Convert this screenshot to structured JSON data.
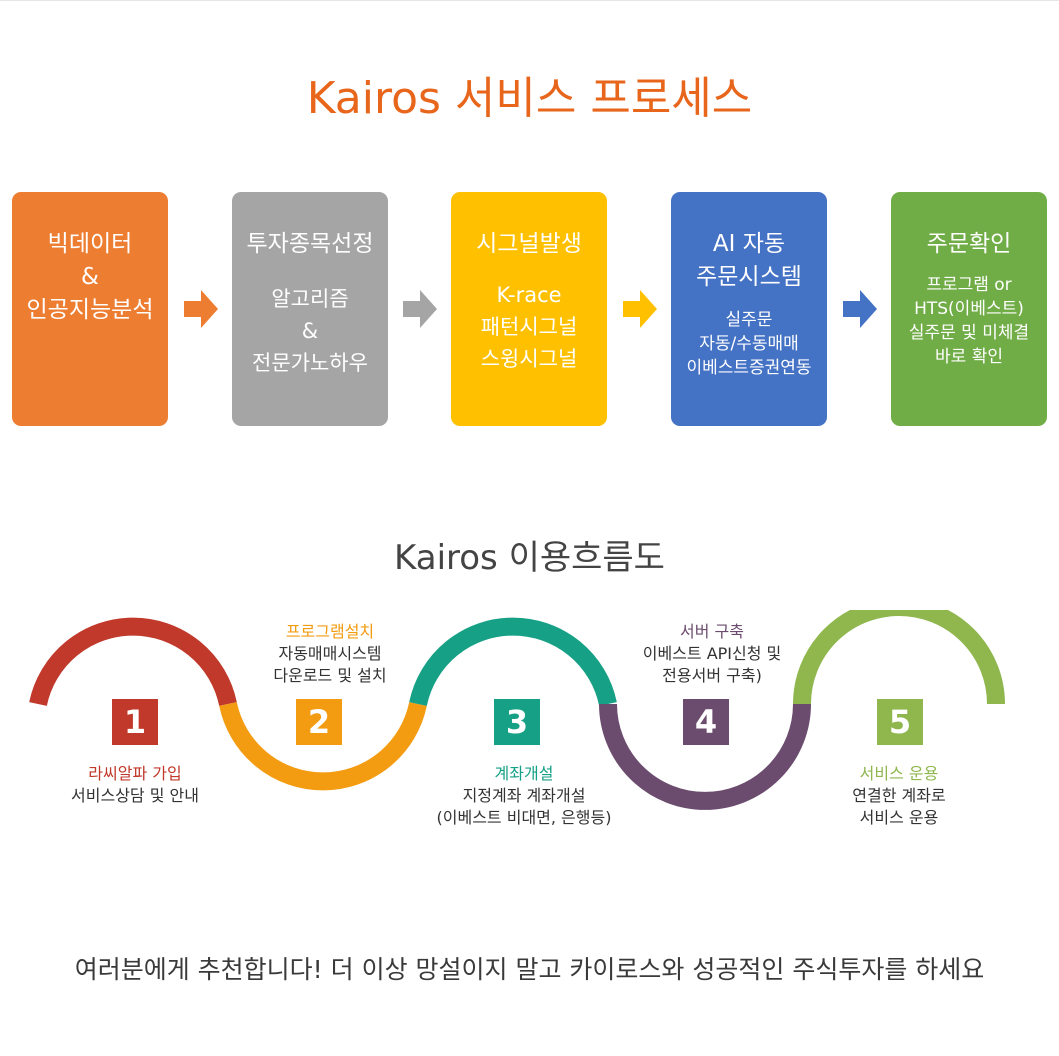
{
  "title": "Kairos 서비스 프로세스",
  "process": [
    {
      "title": "빅데이터\n&\n인공지능분석",
      "sub": "",
      "color": "#ed7d31"
    },
    {
      "title": "투자종목선정",
      "sub": "알고리즘\n&\n전문가노하우",
      "color": "#a5a5a5"
    },
    {
      "title": "시그널발생",
      "sub": "K-race\n패턴시그널\n스윙시그널",
      "color": "#ffc000"
    },
    {
      "title": "AI 자동\n주문시스템",
      "sub": "실주문\n자동/수동매매\n이베스트증권연동",
      "color": "#4472c4"
    },
    {
      "title": "주문확인",
      "sub": "프로그램 or\nHTS(이베스트)\n실주문 및 미체결\n바로 확인",
      "color": "#70ad47"
    }
  ],
  "arrow_colors": [
    "#ed7d31",
    "#a5a5a5",
    "#ffc000",
    "#4472c4"
  ],
  "flow_title": "Kairos 이용흐름도",
  "steps": [
    {
      "num": "1",
      "title": "라씨알파 가입",
      "desc": "서비스상담 및 안내",
      "color": "#c0392b"
    },
    {
      "num": "2",
      "title": "프로그램설치",
      "desc": "자동매매시스템\n다운로드 및 설치",
      "color": "#f39c12"
    },
    {
      "num": "3",
      "title": "계좌개설",
      "desc": "지정계좌 계좌개설\n(이베스트 비대면, 은행등)",
      "color": "#16a085"
    },
    {
      "num": "4",
      "title": "서버 구축",
      "desc": "이베스트 API신청 및\n전용서버 구축)",
      "color": "#6b4c6e"
    },
    {
      "num": "5",
      "title": "서비스 운용",
      "desc": "연결한 계좌로\n서비스 운용",
      "color": "#8fb74e"
    }
  ],
  "footer": "여러분에게 추천합니다! 더 이상 망설이지 말고 카이로스와 성공적인 주식투자를 하세요"
}
